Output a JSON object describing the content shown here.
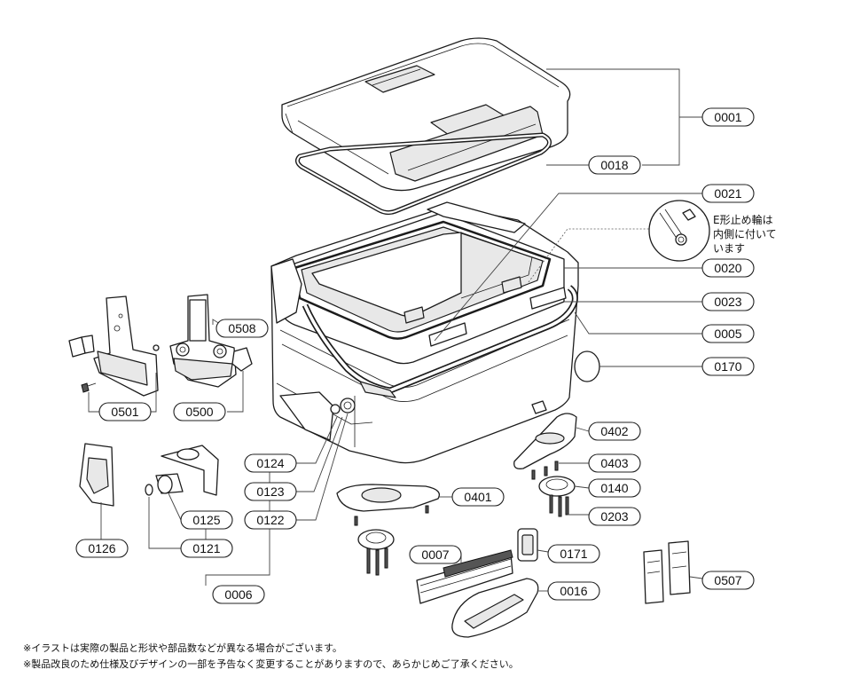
{
  "parts": {
    "p0001": "0001",
    "p0018": "0018",
    "p0021": "0021",
    "p0020": "0020",
    "p0023": "0023",
    "p0005": "0005",
    "p0170": "0170",
    "p0508": "0508",
    "p0501": "0501",
    "p0500": "0500",
    "p0124": "0124",
    "p0123": "0123",
    "p0122": "0122",
    "p0402": "0402",
    "p0403": "0403",
    "p0140": "0140",
    "p0401": "0401",
    "p0203": "0203",
    "p0126": "0126",
    "p0125": "0125",
    "p0121": "0121",
    "p0006": "0006",
    "p0007": "0007",
    "p0171": "0171",
    "p0016": "0016",
    "p0507": "0507"
  },
  "callout_note": [
    "E形止め輪は",
    "内側に付いて",
    "います"
  ],
  "footnotes": [
    "※イラストは実際の製品と形状や部品数などが異なる場合がございます。",
    "※製品改良のため仕様及びデザインの一部を予告なく変更することがありますので、あらかじめご了承ください。"
  ]
}
